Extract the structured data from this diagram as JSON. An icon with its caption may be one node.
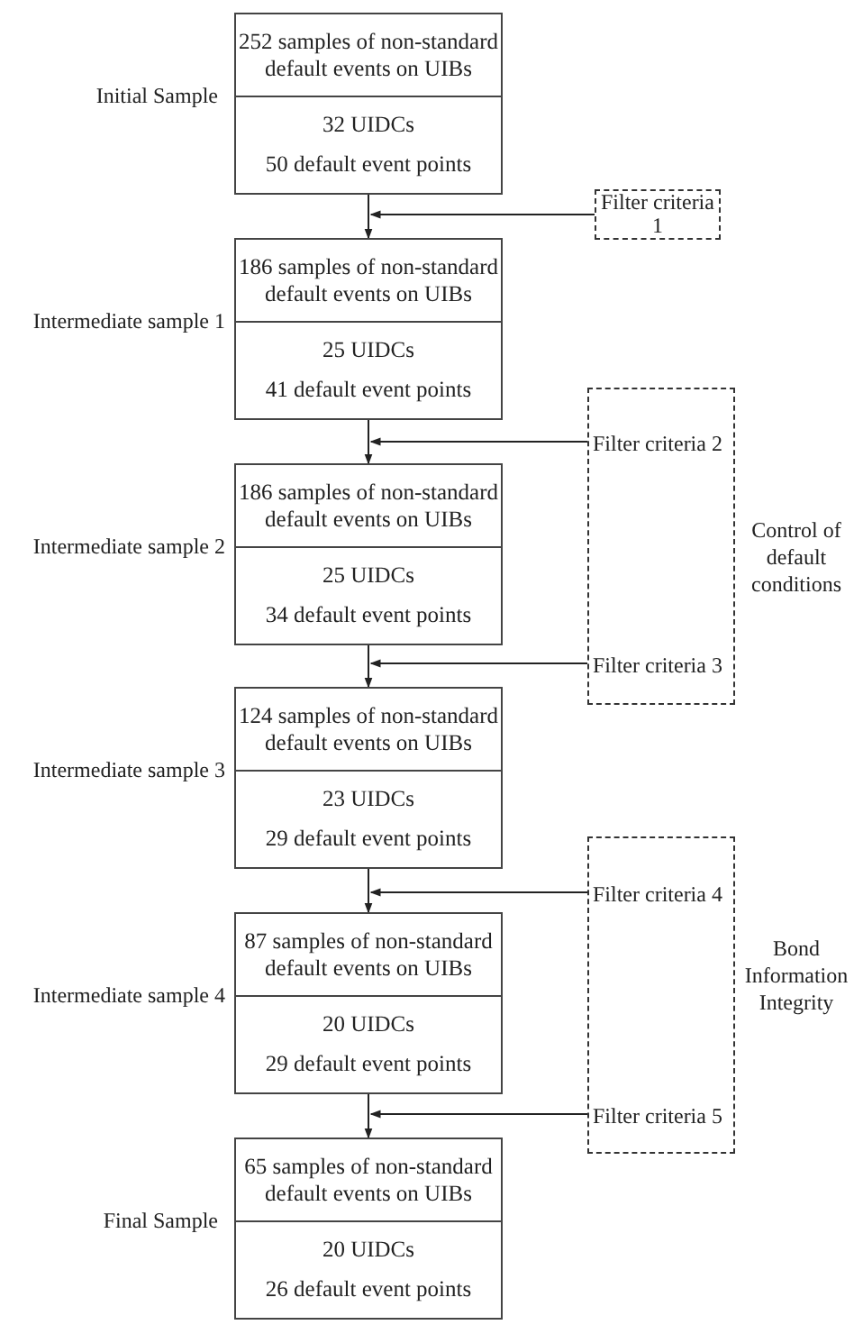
{
  "diagram": {
    "nodes": [
      {
        "text": [
          "252 samples of non-standard default events on UIBs",
          "32 UIDCs",
          "50 default event points"
        ],
        "beside": [
          "Initial Sample"
        ]
      },
      {
        "text": [
          "Filter criteria 1"
        ]
      },
      {
        "text": [
          "186 samples of non-standard default events on UIBs",
          "25 UIDCs",
          "41 default event points"
        ],
        "beside": [
          "Intermediate sample 1"
        ]
      },
      {
        "text": [],
        "shape": "box",
        "beside": [
          "Control of default conditions"
        ]
      },
      {
        "text": [
          "Filter criteria 2"
        ],
        "in": 3
      },
      {
        "text": [
          "186 samples of non-standard default events on UIBs",
          "25 UIDCs",
          "34 default event points"
        ],
        "beside": [
          "Intermediate sample 2"
        ]
      },
      {
        "text": [
          "Filter criteria 3"
        ],
        "in": 3
      },
      {
        "text": [
          "124 samples of non-standard default events on UIBs",
          "23 UIDCs",
          "29 default event points"
        ],
        "beside": [
          "Intermediate sample 3"
        ]
      },
      {
        "text": [],
        "shape": "box",
        "beside": [
          "Bond Information Integrity"
        ]
      },
      {
        "text": [
          "Filter criteria 4"
        ],
        "in": 8
      },
      {
        "text": [
          "87 samples of non-standard default events on UIBs",
          "20 UIDCs",
          "29 default event points"
        ],
        "beside": [
          "Intermediate sample 4"
        ]
      },
      {
        "text": [
          "Filter criteria 5"
        ],
        "in": 8
      },
      {
        "text": [
          "65 samples of non-standard default events on UIBs",
          "20 UIDCs",
          "26 default event points"
        ],
        "beside": [
          "Final Sample"
        ]
      }
    ],
    "edges": [
      {
        "from": 0,
        "to": 2,
        "arrow": "to"
      },
      {
        "from": 1,
        "to": 0,
        "arrow": "to"
      },
      {
        "from": 2,
        "to": 5,
        "arrow": "to"
      },
      {
        "from": 4,
        "to": 2,
        "arrow": "to"
      },
      {
        "from": 5,
        "to": 7,
        "arrow": "to"
      },
      {
        "from": 6,
        "to": 5,
        "arrow": "to"
      },
      {
        "from": 7,
        "to": 10,
        "arrow": "to"
      },
      {
        "from": 9,
        "to": 7,
        "arrow": "to"
      },
      {
        "from": 10,
        "to": 12,
        "arrow": "to"
      },
      {
        "from": 11,
        "to": 10,
        "arrow": "to"
      }
    ]
  }
}
